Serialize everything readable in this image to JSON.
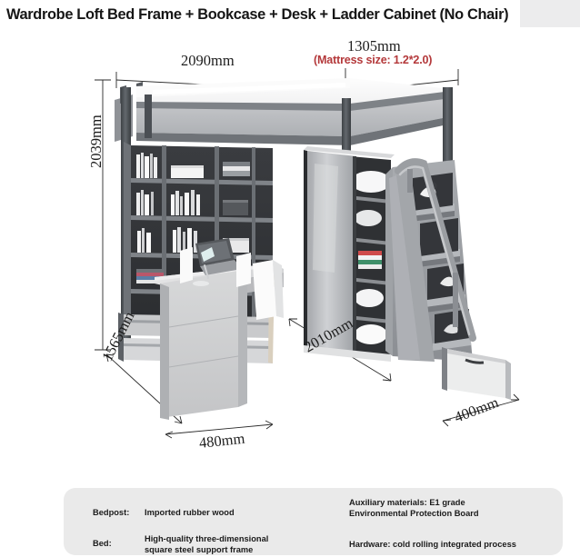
{
  "title": "Wardrobe Loft Bed Frame + Bookcase + Desk + Ladder Cabinet (No Chair)",
  "dimensions": {
    "width_top": "2090mm",
    "bed_width": "1305mm",
    "mattress_note": "(Mattress size: 1.2*2.0)",
    "total_height": "2039mm",
    "lower_height": "1565mm",
    "desk_depth": "480mm",
    "bed_length": "2010mm",
    "cabinet_depth": "400mm"
  },
  "specs": {
    "bedpost_label": "Bedpost:",
    "bedpost_value": "Imported rubber wood",
    "bed_label": "Bed:",
    "bed_value": "High-quality three-dimensional\nsquare steel support frame",
    "auxiliary": "Auxiliary materials: E1 grade\nEnvironmental Protection Board",
    "hardware": "Hardware: cold rolling integrated process"
  },
  "colors": {
    "accent_red": "#b4393b",
    "panel_bg": "#eaeaea",
    "frame_dark": "#4a4d51",
    "frame_mid": "#8e9297",
    "panel_light": "#e9e9ea"
  }
}
